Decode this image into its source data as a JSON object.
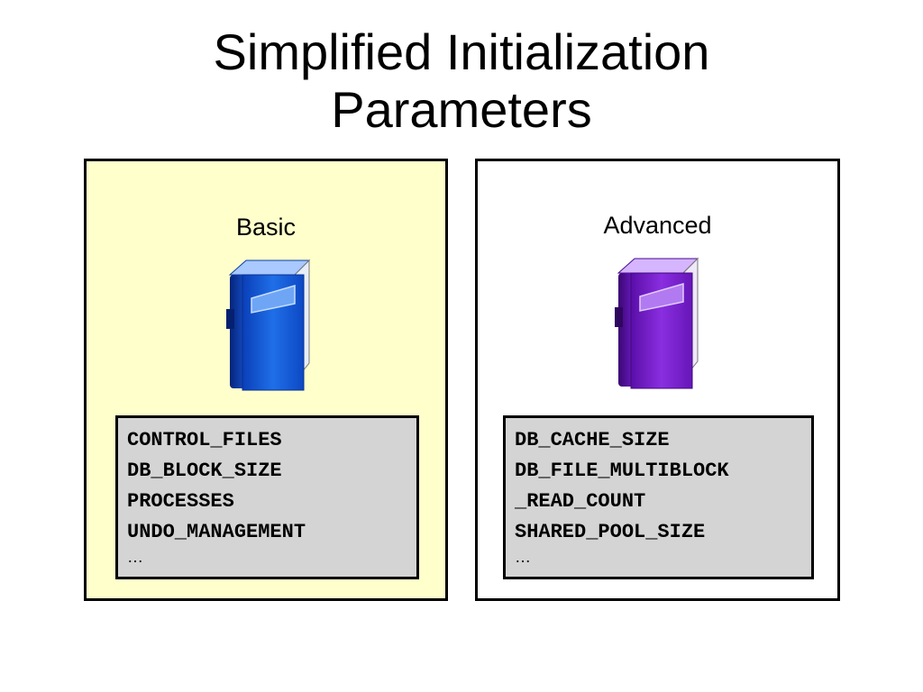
{
  "title": {
    "line1": "Simplified Initialization",
    "line2": "Parameters"
  },
  "panels": {
    "basic": {
      "label": "Basic",
      "book_icon": "blue-book-icon",
      "background": "#ffffcc",
      "book_color": "#1f5fd8",
      "params": [
        "CONTROL_FILES",
        "DB_BLOCK_SIZE",
        "PROCESSES",
        "UNDO_MANAGEMENT"
      ],
      "more": "…"
    },
    "advanced": {
      "label": "Advanced",
      "book_icon": "purple-book-icon",
      "background": "#ffffff",
      "book_color": "#7a1fc4",
      "params": [
        "DB_CACHE_SIZE",
        "DB_FILE_MULTIBLOCK",
        "_READ_COUNT",
        "SHARED_POOL_SIZE"
      ],
      "more": "…"
    }
  },
  "colors": {
    "param_box_bg": "#d4d4d4",
    "border": "#000000"
  }
}
